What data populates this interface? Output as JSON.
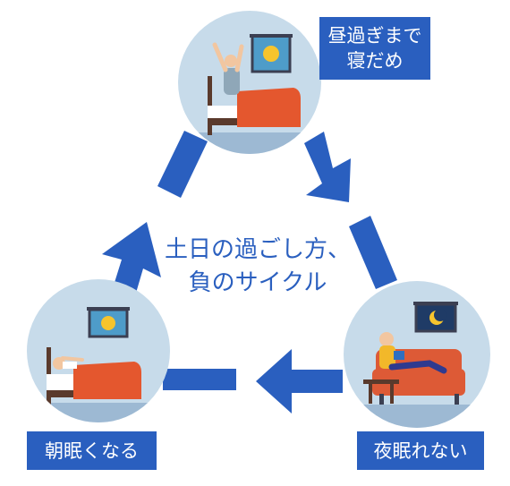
{
  "center_title": {
    "line1": "土日の過ごし方、",
    "line2": "負のサイクル"
  },
  "stages": {
    "top": {
      "line1": "昼過ぎまで",
      "line2": "寝だめ"
    },
    "left": {
      "label": "朝眠くなる"
    },
    "right": {
      "label": "夜眠れない"
    }
  },
  "colors": {
    "arrow": "#2a5fbf",
    "circle_bg": "#c7dbea",
    "floor": "#9db9d3",
    "bedding": "#e4572e",
    "sofa": "#dd5a36",
    "bed_frame": "#5a3a2c",
    "window_frame": "#3b3f52",
    "day_sky": "#4e9cc9",
    "sun": "#f6c42d",
    "night_sky": "#1f3b66",
    "moon": "#f6c42d",
    "label_bg": "#2a5fbf",
    "label_text": "#ffffff"
  },
  "icons": {
    "top": "person-waking-in-bed-icon",
    "left": "person-sleeping-in-bed-icon",
    "right": "person-reading-on-sofa-icon"
  }
}
